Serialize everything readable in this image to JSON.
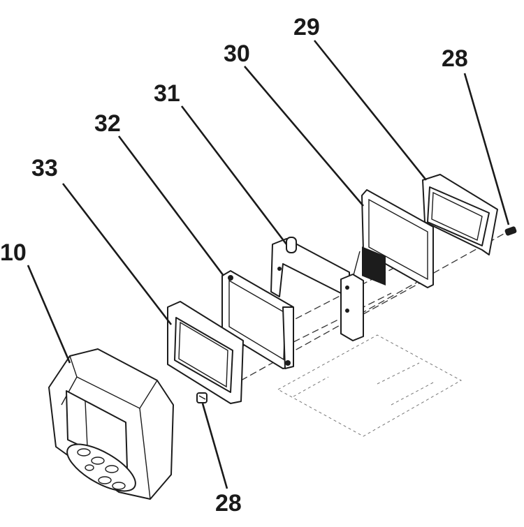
{
  "diagram": {
    "callouts": {
      "housing": "10",
      "screw_top": "28",
      "screw_bottom": "28",
      "part_29": "29",
      "part_30": "30",
      "part_31": "31",
      "part_32": "32",
      "part_33": "33"
    }
  }
}
